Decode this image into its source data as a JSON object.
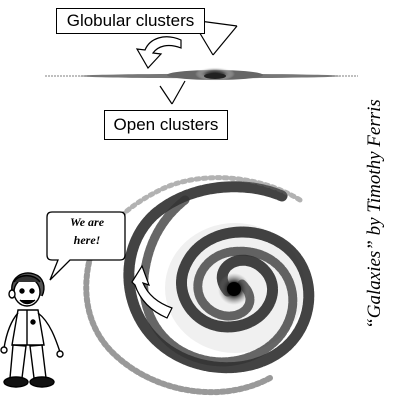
{
  "labels": {
    "globular_clusters": "Globular clusters",
    "open_clusters": "Open clusters"
  },
  "speech_bubble": {
    "line1": "We are",
    "line2": "here!"
  },
  "credit": "“Galaxies” by Timothy Ferris"
}
